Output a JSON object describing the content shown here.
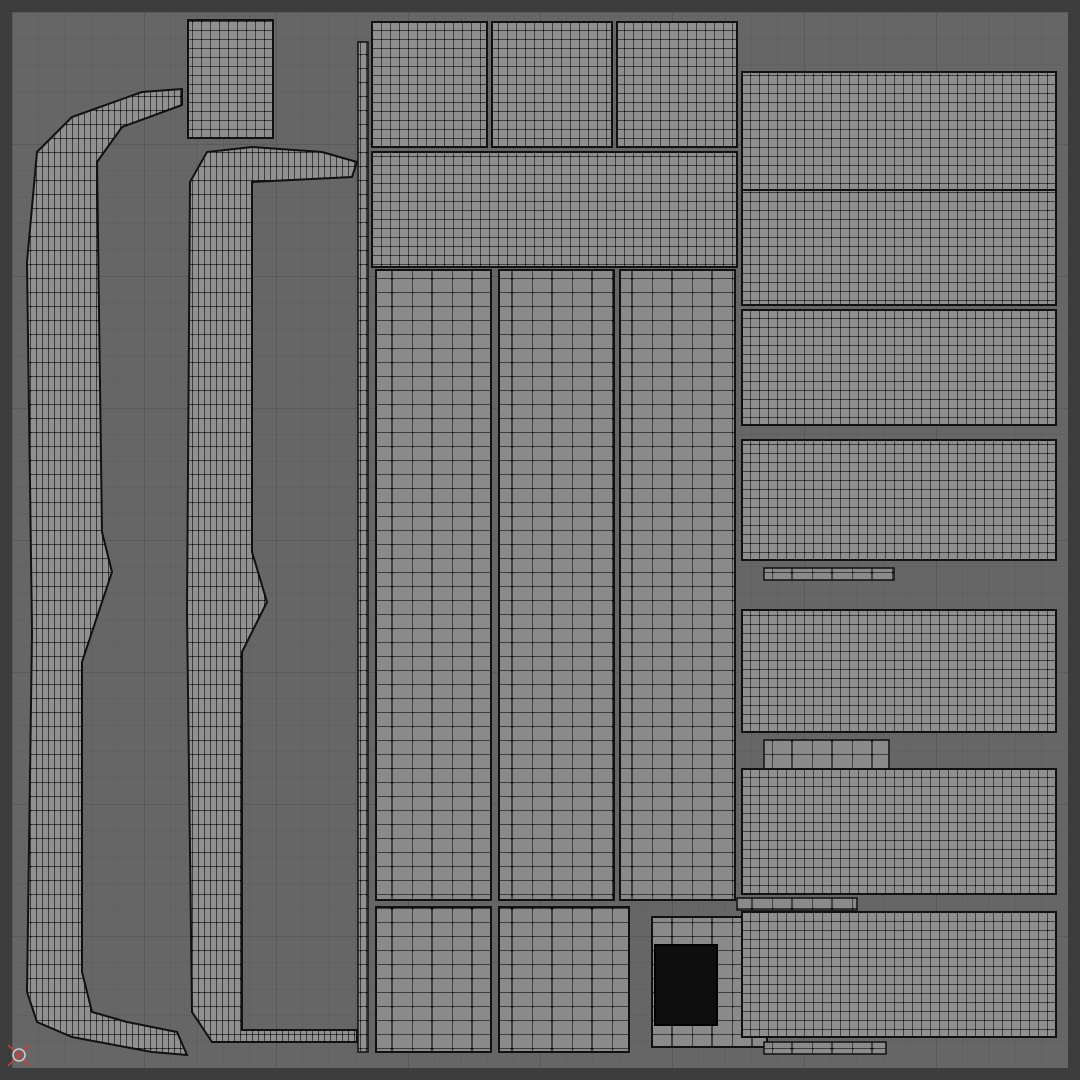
{
  "editor": {
    "panel": "uv-editor-viewport",
    "colors": {
      "frame": "#3d3d3d",
      "uv_bg": "#666666",
      "grid_minor": "#5b5b5b",
      "grid_major": "#525252",
      "island_fill": "#8f8f8f",
      "edge": "#111111",
      "vertex": "#000000",
      "axis_red": "#d23b3b"
    },
    "icons": {
      "origin": "uv-origin-axis-icon"
    },
    "islands": [
      {
        "name": "left-strip",
        "kind": "strip"
      },
      {
        "name": "mid-strip",
        "kind": "strip"
      },
      {
        "name": "top-small-block",
        "kind": "grid"
      },
      {
        "name": "top-row-blocks",
        "kind": "grid"
      },
      {
        "name": "wavy-block-1",
        "kind": "grid"
      },
      {
        "name": "column-block-a",
        "kind": "grid"
      },
      {
        "name": "column-block-b",
        "kind": "grid"
      },
      {
        "name": "column-block-c",
        "kind": "grid"
      },
      {
        "name": "right-panels",
        "kind": "grid"
      }
    ]
  }
}
